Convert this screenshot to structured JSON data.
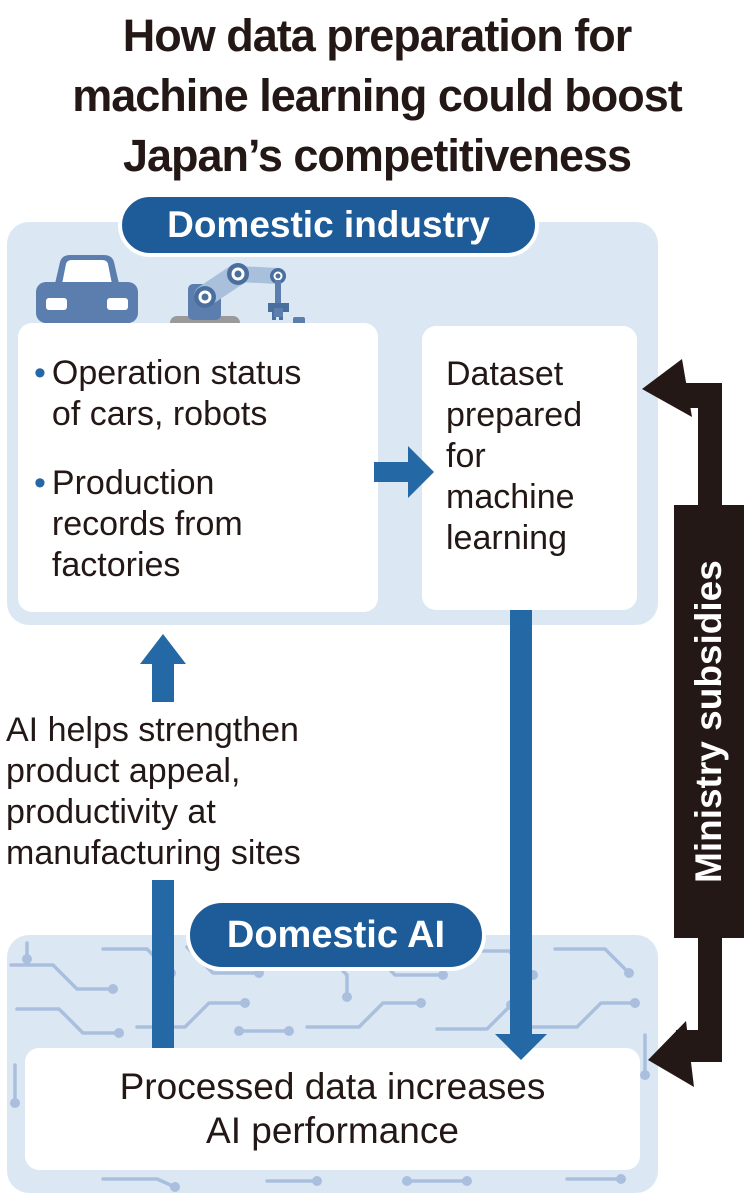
{
  "title": {
    "lines": [
      "How data preparation for",
      "machine learning could boost",
      "Japan’s competitiveness"
    ]
  },
  "industry": {
    "badge_label": "Domestic industry",
    "icons": [
      "car-icon",
      "robot-arm-icon"
    ],
    "inputs_box": {
      "bullet_char": "•",
      "bullets": [
        {
          "lines": [
            "Operation status",
            "of cars, robots"
          ]
        },
        {
          "lines": [
            "Production",
            "records from",
            "factories"
          ]
        }
      ]
    },
    "dataset_box": {
      "lines": [
        "Dataset",
        "prepared",
        "for",
        "machine",
        "learning"
      ]
    }
  },
  "ai_feedback": {
    "lines": [
      "AI helps strengthen",
      "product appeal,",
      "productivity at",
      "manufacturing sites"
    ]
  },
  "ministry": {
    "label": "Ministry subsidies"
  },
  "ai": {
    "badge_label": "Domestic AI",
    "result_box": {
      "lines": [
        "Processed data increases",
        "AI performance"
      ]
    }
  },
  "colors": {
    "badge_blue": "#1d5c99",
    "arrow_blue": "#2468a5",
    "panel_blue": "#dbe8f4",
    "ink_black": "#231815",
    "circuit_blue": "#aabfdd",
    "icon_steel_blue": "#5b7eae",
    "icon_light_blue": "#a9c0dc",
    "icon_dark_blue": "#4a6f9f",
    "base_gray": "#9a9a9a"
  }
}
